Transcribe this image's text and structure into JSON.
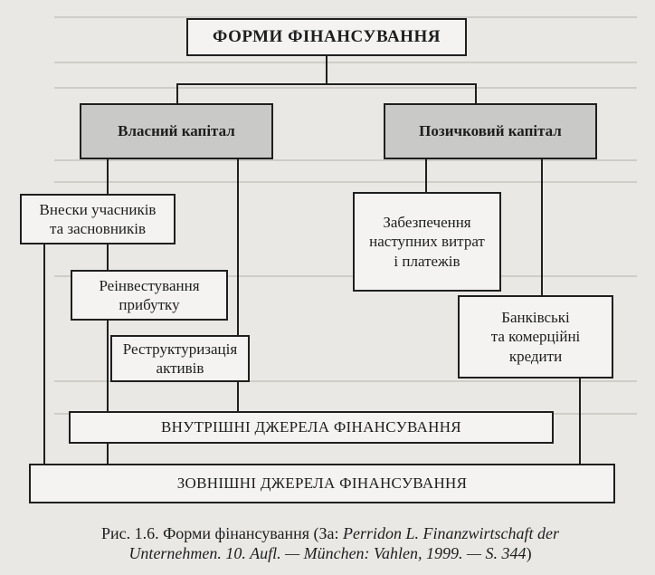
{
  "diagram": {
    "title": "ФОРМИ ФІНАНСУВАННЯ",
    "own_capital": "Власний капітал",
    "loan_capital": "Позичковий капітал",
    "contributions": [
      "Внески учасників",
      "та засновників"
    ],
    "reinvestment": [
      "Реінвестування",
      "прибутку"
    ],
    "restructuring": [
      "Реструктуризація",
      "активів"
    ],
    "provisions": [
      "Забезпечення",
      "наступних витрат",
      "і платежів"
    ],
    "bank_credits": [
      "Банківські",
      "та комерційні",
      "кредити"
    ],
    "internal_sources": "ВНУТРІШНІ ДЖЕРЕЛА ФІНАНСУВАННЯ",
    "external_sources": "ЗОВНІШНІ ДЖЕРЕЛА ФІНАНСУВАННЯ"
  },
  "caption": {
    "prefix": "Рис. 1.6. Форми фінансування (За: ",
    "source_line1": "Perridon L. Finanzwirtschaft der",
    "source_line2": "Unternehmen. 10. Aufl. — München: Vahlen, 1999. — S. 344",
    "suffix": ")"
  }
}
